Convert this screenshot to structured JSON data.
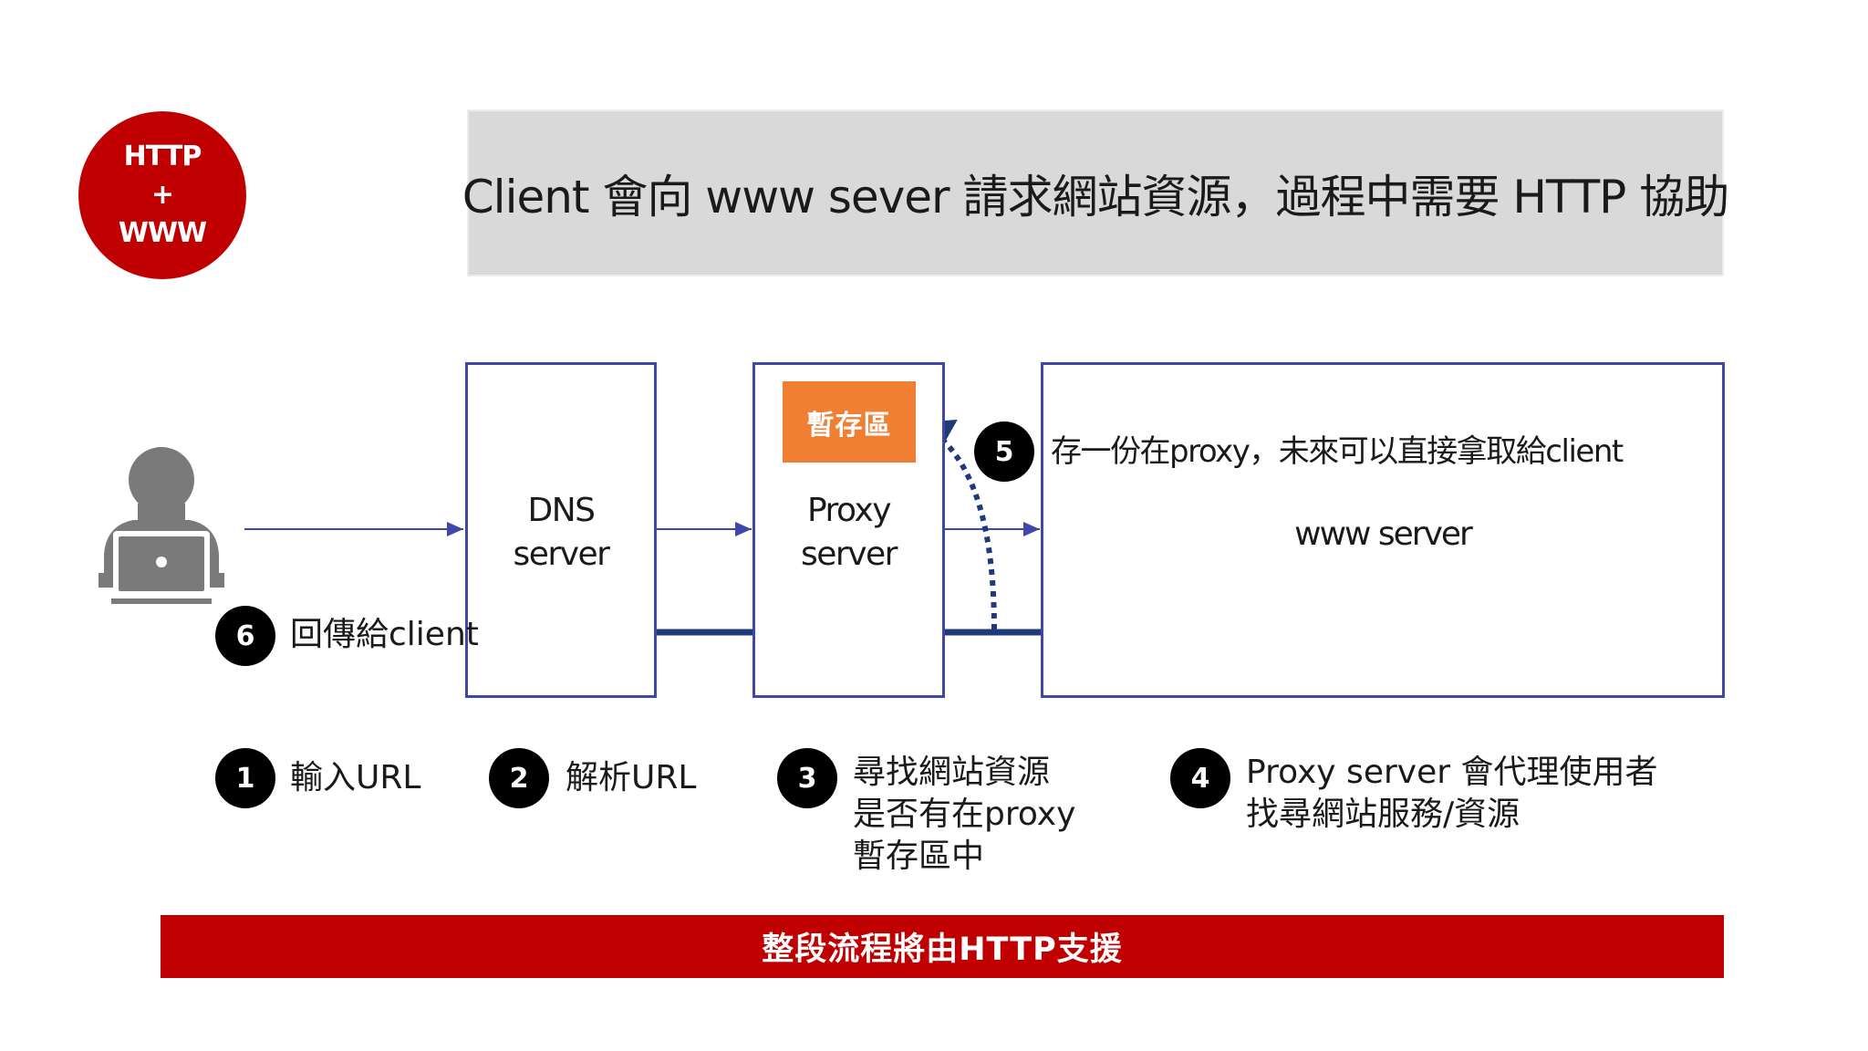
{
  "colors": {
    "accent_red": "#c00000",
    "box_border": "#3f48a8",
    "arrow_dark": "#1f3a7a",
    "cache_orange": "#f07f34",
    "title_bg": "#d9d9d9"
  },
  "badge": {
    "line1": "HTTP",
    "line2": "+",
    "line3": "WWW"
  },
  "title": "Client 會向 www sever 請求網站資源，過程中需要 HTTP 協助",
  "user_icon": "laptop-user-icon",
  "boxes": {
    "dns": {
      "line1": "DNS",
      "line2": "server"
    },
    "proxy": {
      "line1": "Proxy",
      "line2": "server",
      "cache_label": "暫存區"
    },
    "www": {
      "label": "www server"
    }
  },
  "annotations": {
    "step5": {
      "number": "5",
      "text": "存一份在proxy，未來可以直接拿取給client"
    },
    "step6": {
      "number": "6",
      "text": "回傳給client"
    }
  },
  "steps": [
    {
      "number": "1",
      "lines": [
        "輸入URL"
      ]
    },
    {
      "number": "2",
      "lines": [
        "解析URL"
      ]
    },
    {
      "number": "3",
      "lines": [
        "尋找網站資源",
        "是否有在proxy",
        "暫存區中"
      ]
    },
    {
      "number": "4",
      "lines": [
        "Proxy server 會代理使用者",
        "找尋網站服務/資源"
      ]
    }
  ],
  "footer": "整段流程將由HTTP支援"
}
